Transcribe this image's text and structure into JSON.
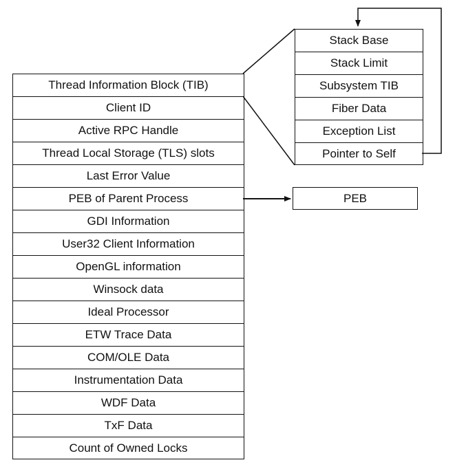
{
  "tib_fields": [
    "Thread Information Block (TIB)",
    "Client ID",
    "Active RPC Handle",
    "Thread Local Storage (TLS) slots",
    "Last Error Value",
    "PEB of Parent Process",
    "GDI Information",
    "User32 Client Information",
    "OpenGL information",
    "Winsock data",
    "Ideal Processor",
    "ETW Trace Data",
    "COM/OLE Data",
    "Instrumentation Data",
    "WDF Data",
    "TxF Data",
    "Count of Owned Locks"
  ],
  "nt_tib_fields": [
    "Stack Base",
    "Stack Limit",
    "Subsystem TIB",
    "Fiber Data",
    "Exception List",
    "Pointer to Self"
  ],
  "peb_label": "PEB"
}
